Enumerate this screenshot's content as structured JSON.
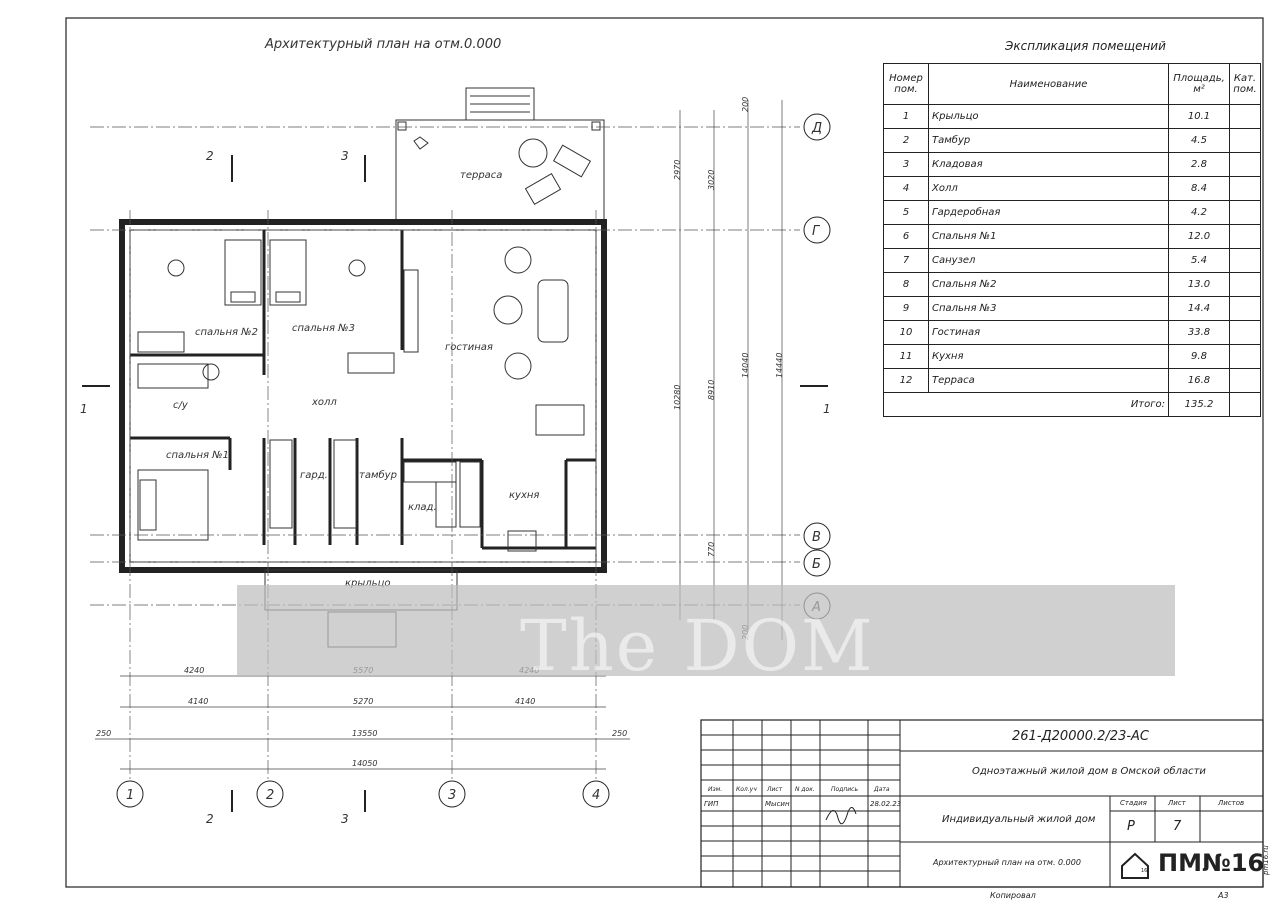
{
  "plan": {
    "title": "Архитектурный план на отм.0.000",
    "rooms": {
      "terrace": "терраса",
      "bedroom2": "спальня №2",
      "bedroom3": "спальня №3",
      "living": "гостиная",
      "hall": "холл",
      "bath": "с/у",
      "bedroom1": "спальня №1",
      "wardrobe": "гард.",
      "vestibule": "тамбур",
      "storage": "клад.",
      "kitchen": "кухня",
      "porch": "крыльцо"
    },
    "axes_letters": [
      "Д",
      "Г",
      "В",
      "Б",
      "А"
    ],
    "axes_numbers": [
      "1",
      "2",
      "3",
      "4"
    ],
    "section_marks": [
      "1",
      "1",
      "2",
      "2",
      "3",
      "3"
    ],
    "dims_bottom": {
      "row1": [
        "4240",
        "5570",
        "4240"
      ],
      "row2": [
        "4140",
        "5270",
        "4140"
      ],
      "row3": [
        "250",
        "13550",
        "250"
      ],
      "row4": [
        "14050"
      ]
    },
    "dims_right": {
      "upper": [
        "200",
        "2970",
        "3020"
      ],
      "mid": [
        "10280",
        "8910",
        "14040",
        "14440"
      ],
      "lower": [
        "770",
        "200"
      ]
    }
  },
  "watermark": "The DOM",
  "explication": {
    "title": "Экспликация помещений",
    "headers": [
      "Номер пом.",
      "Наименование",
      "Площадь, м²",
      "Кат. пом."
    ],
    "rows": [
      {
        "num": "1",
        "name": "Крыльцо",
        "area": "10.1"
      },
      {
        "num": "2",
        "name": "Тамбур",
        "area": "4.5"
      },
      {
        "num": "3",
        "name": "Кладовая",
        "area": "2.8"
      },
      {
        "num": "4",
        "name": "Холл",
        "area": "8.4"
      },
      {
        "num": "5",
        "name": "Гардеробная",
        "area": "4.2"
      },
      {
        "num": "6",
        "name": "Спальня №1",
        "area": "12.0"
      },
      {
        "num": "7",
        "name": "Санузел",
        "area": "5.4"
      },
      {
        "num": "8",
        "name": "Спальня №2",
        "area": "13.0"
      },
      {
        "num": "9",
        "name": "Спальня №3",
        "area": "14.4"
      },
      {
        "num": "10",
        "name": "Гостиная",
        "area": "33.8"
      },
      {
        "num": "11",
        "name": "Кухня",
        "area": "9.8"
      },
      {
        "num": "12",
        "name": "Терраса",
        "area": "16.8"
      }
    ],
    "total_label": "Итого:",
    "total_value": "135.2"
  },
  "titleblock": {
    "code": "261-Д20000.2/23-АС",
    "project": "Одноэтажный жилой дом в Омской области",
    "object": "Индивидуальный жилой дом",
    "sheet_title": "Архитектурный план на отм. 0.000",
    "col_headers": [
      "Изм.",
      "Кол.уч",
      "Лист",
      "N док.",
      "Подпись",
      "Дата"
    ],
    "role": "ГИП",
    "person": "Мысин",
    "date": "28.02.23",
    "stage_h": "Стадия",
    "sheet_h": "Лист",
    "sheets_h": "Листов",
    "stage": "Р",
    "sheet": "7",
    "logo_text": "ПМ№16",
    "logo_sub": "16",
    "side_text": "pm16.ru",
    "copied": "Копировал",
    "format": "А3"
  }
}
